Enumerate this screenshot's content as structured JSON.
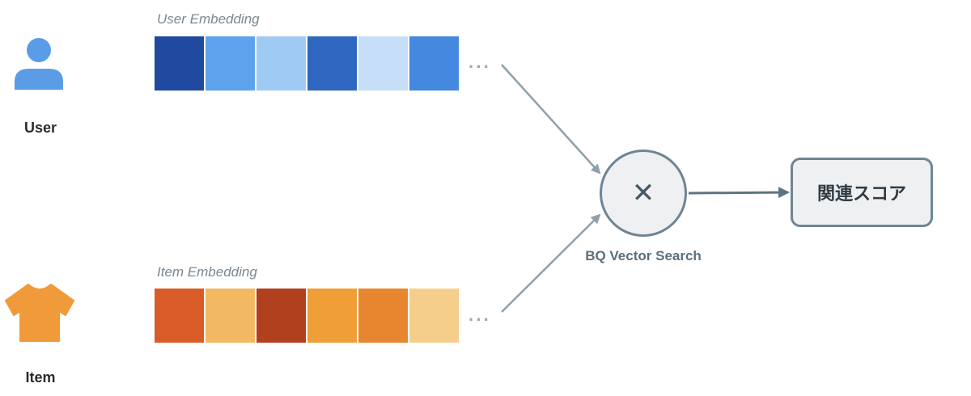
{
  "user": {
    "label": "User",
    "icon": "person-icon",
    "icon_color": "#5a9de6",
    "embedding_title": "User Embedding",
    "cells": [
      "#1f4aa0",
      "#5ea2ee",
      "#9fcaf4",
      "#2f67c0",
      "#c6def7",
      "#4588e0"
    ],
    "ellipsis": "···"
  },
  "item": {
    "label": "Item",
    "icon": "tshirt-icon",
    "icon_color": "#f09a3a",
    "embedding_title": "Item Embedding",
    "cells": [
      "#d95b27",
      "#f3b862",
      "#b1401f",
      "#f09e38",
      "#e7862f",
      "#f6ce8c"
    ],
    "ellipsis": "···"
  },
  "operation": {
    "symbol": "✕",
    "caption": "BQ Vector Search"
  },
  "result": {
    "label": "関連スコア"
  },
  "colors": {
    "arrow": "#8fa0ab",
    "arrow_dark": "#5e7480"
  }
}
